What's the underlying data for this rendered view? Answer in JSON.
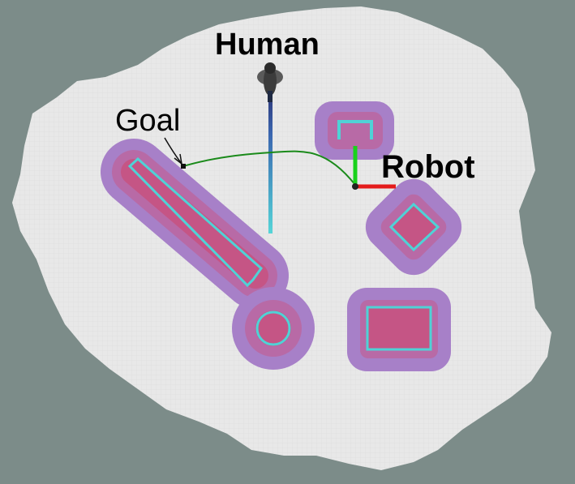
{
  "labels": {
    "human": "Human",
    "robot": "Robot",
    "goal": "Goal"
  },
  "colors": {
    "background": "#7c8c89",
    "free_space": "#e7e7e7",
    "inflation_outer": "#a07fc6",
    "inflation_inner": "#c05a8a",
    "obstacle_edge": "#4fd2d6",
    "path": "#1a8a1a",
    "axis_x": "#e41b1b",
    "axis_y": "#19d21b",
    "human_trail": "#5ad0d6"
  },
  "icons": {
    "human": "person-topview-icon",
    "robot": "robot-frame-axes-icon",
    "goal": "goal-marker-icon"
  }
}
